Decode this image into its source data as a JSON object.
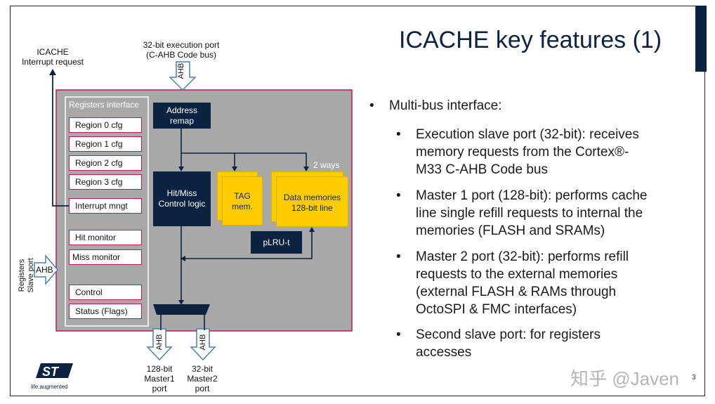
{
  "title": "ICACHE key features (1)",
  "diagram": {
    "icache_interrupt": [
      "ICACHE",
      "Interrupt request"
    ],
    "exec_port": [
      "32-bit execution port",
      "(C-AHB Code bus)"
    ],
    "ahb": "AHB",
    "registers_interface": "Registers interface",
    "registers": [
      "Region 0 cfg",
      "Region 1 cfg",
      "Region 2 cfg",
      "Region 3 cfg",
      "Interrupt mngt",
      "Hit monitor",
      "Miss monitor",
      "Control",
      "Status (Flags)"
    ],
    "address_remap": [
      "Address",
      "remap"
    ],
    "hit_miss": [
      "Hit/Miss",
      "Control logic"
    ],
    "two_ways": "2 ways",
    "tag_mem": [
      "TAG",
      "mem."
    ],
    "data_memories": [
      "Data memories",
      "128-bit line"
    ],
    "plru": "pLRU-t",
    "slave_port": [
      "Registers",
      "Slave port"
    ],
    "master1": [
      "128-bit",
      "Master1",
      "port"
    ],
    "master2": [
      "32-bit",
      "Master2",
      "port"
    ]
  },
  "bullets": {
    "main": "Multi-bus interface:",
    "items": [
      [
        "Execution slave port (32-bit): receives",
        "memory requests from the Cortex®-",
        "M33 C-AHB Code bus"
      ],
      [
        "Master 1 port (128-bit): performs cache",
        "line single refill requests to internal the",
        "memories (FLASH and SRAMs)"
      ],
      [
        "Master 2 port (32-bit): performs refill",
        "requests to the external memories",
        "(external FLASH & RAMs through",
        "OctoSPI & FMC interfaces)"
      ],
      [
        "Second slave port: for registers",
        "accesses"
      ]
    ]
  },
  "logo_tagline": "life.augmented",
  "watermark": "知乎 @Javen",
  "page_number": "3",
  "colors": {
    "navy": "#0b2341",
    "yellow": "#ffcc00",
    "block_gray": "#a8a8a8",
    "border_pink": "#c0185a"
  }
}
